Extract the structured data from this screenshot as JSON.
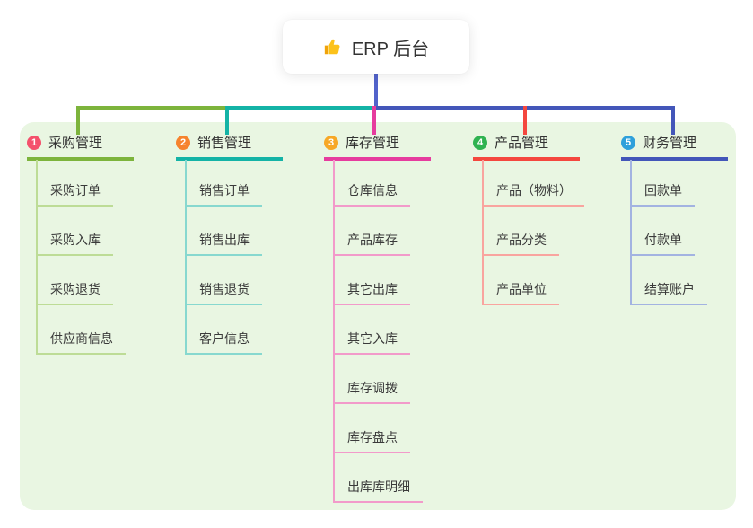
{
  "root": {
    "label": "ERP 后台",
    "icon": "thumbs-up"
  },
  "colors": {
    "canvas_bg": "#ffffff",
    "panel_bg": "#e9f6e2",
    "stem": "#5263cb",
    "text": "#333333"
  },
  "branches": [
    {
      "num": "1",
      "label": "采购管理",
      "badge_color": "#f4516c",
      "color": "#7db43c",
      "pale": "#bddc96",
      "children": [
        "采购订单",
        "采购入库",
        "采购退货",
        "供应商信息"
      ]
    },
    {
      "num": "2",
      "label": "销售管理",
      "badge_color": "#f6832e",
      "color": "#14b3a6",
      "pale": "#87d8cf",
      "children": [
        "销售订单",
        "销售出库",
        "销售退货",
        "客户信息"
      ]
    },
    {
      "num": "3",
      "label": "库存管理",
      "badge_color": "#f7a826",
      "color": "#e63c9e",
      "pale": "#f29aca",
      "children": [
        "仓库信息",
        "产品库存",
        "其它出库",
        "其它入库",
        "库存调拨",
        "库存盘点",
        "出库库明细"
      ]
    },
    {
      "num": "4",
      "label": "产品管理",
      "badge_color": "#30b351",
      "color": "#f4473e",
      "pale": "#f9a49f",
      "children": [
        "产品（物料）",
        "产品分类",
        "产品单位"
      ]
    },
    {
      "num": "5",
      "label": "财务管理",
      "badge_color": "#2ea0db",
      "color": "#4356b9",
      "pale": "#a3b3e1",
      "children": [
        "回款单",
        "付款单",
        "结算账户"
      ]
    }
  ]
}
